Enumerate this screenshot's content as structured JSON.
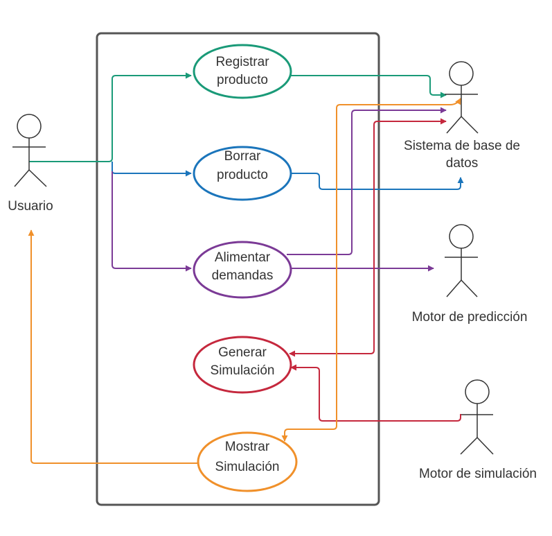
{
  "use_cases": {
    "registrar": {
      "line1": "Registrar",
      "line2": "producto",
      "color": "#1a9a78"
    },
    "borrar": {
      "line1": "Borrar",
      "line2": "producto",
      "color": "#1b75bb"
    },
    "alimentar": {
      "line1": "Alimentar",
      "line2": "demandas",
      "color": "#7b3a96"
    },
    "generar": {
      "line1": "Generar",
      "line2": "Simulación",
      "color": "#c5283d"
    },
    "mostrar": {
      "line1": "Mostrar",
      "line2": "Simulación",
      "color": "#f0902a"
    }
  },
  "actors": {
    "usuario": {
      "label": "Usuario"
    },
    "base_datos": {
      "line1": "Sistema de base de",
      "line2": "datos"
    },
    "prediccion": {
      "label": "Motor de predicción"
    },
    "simulacion": {
      "label": "Motor de simulación"
    }
  },
  "colors": {
    "boundary": "#555555",
    "actor": "#333333"
  }
}
